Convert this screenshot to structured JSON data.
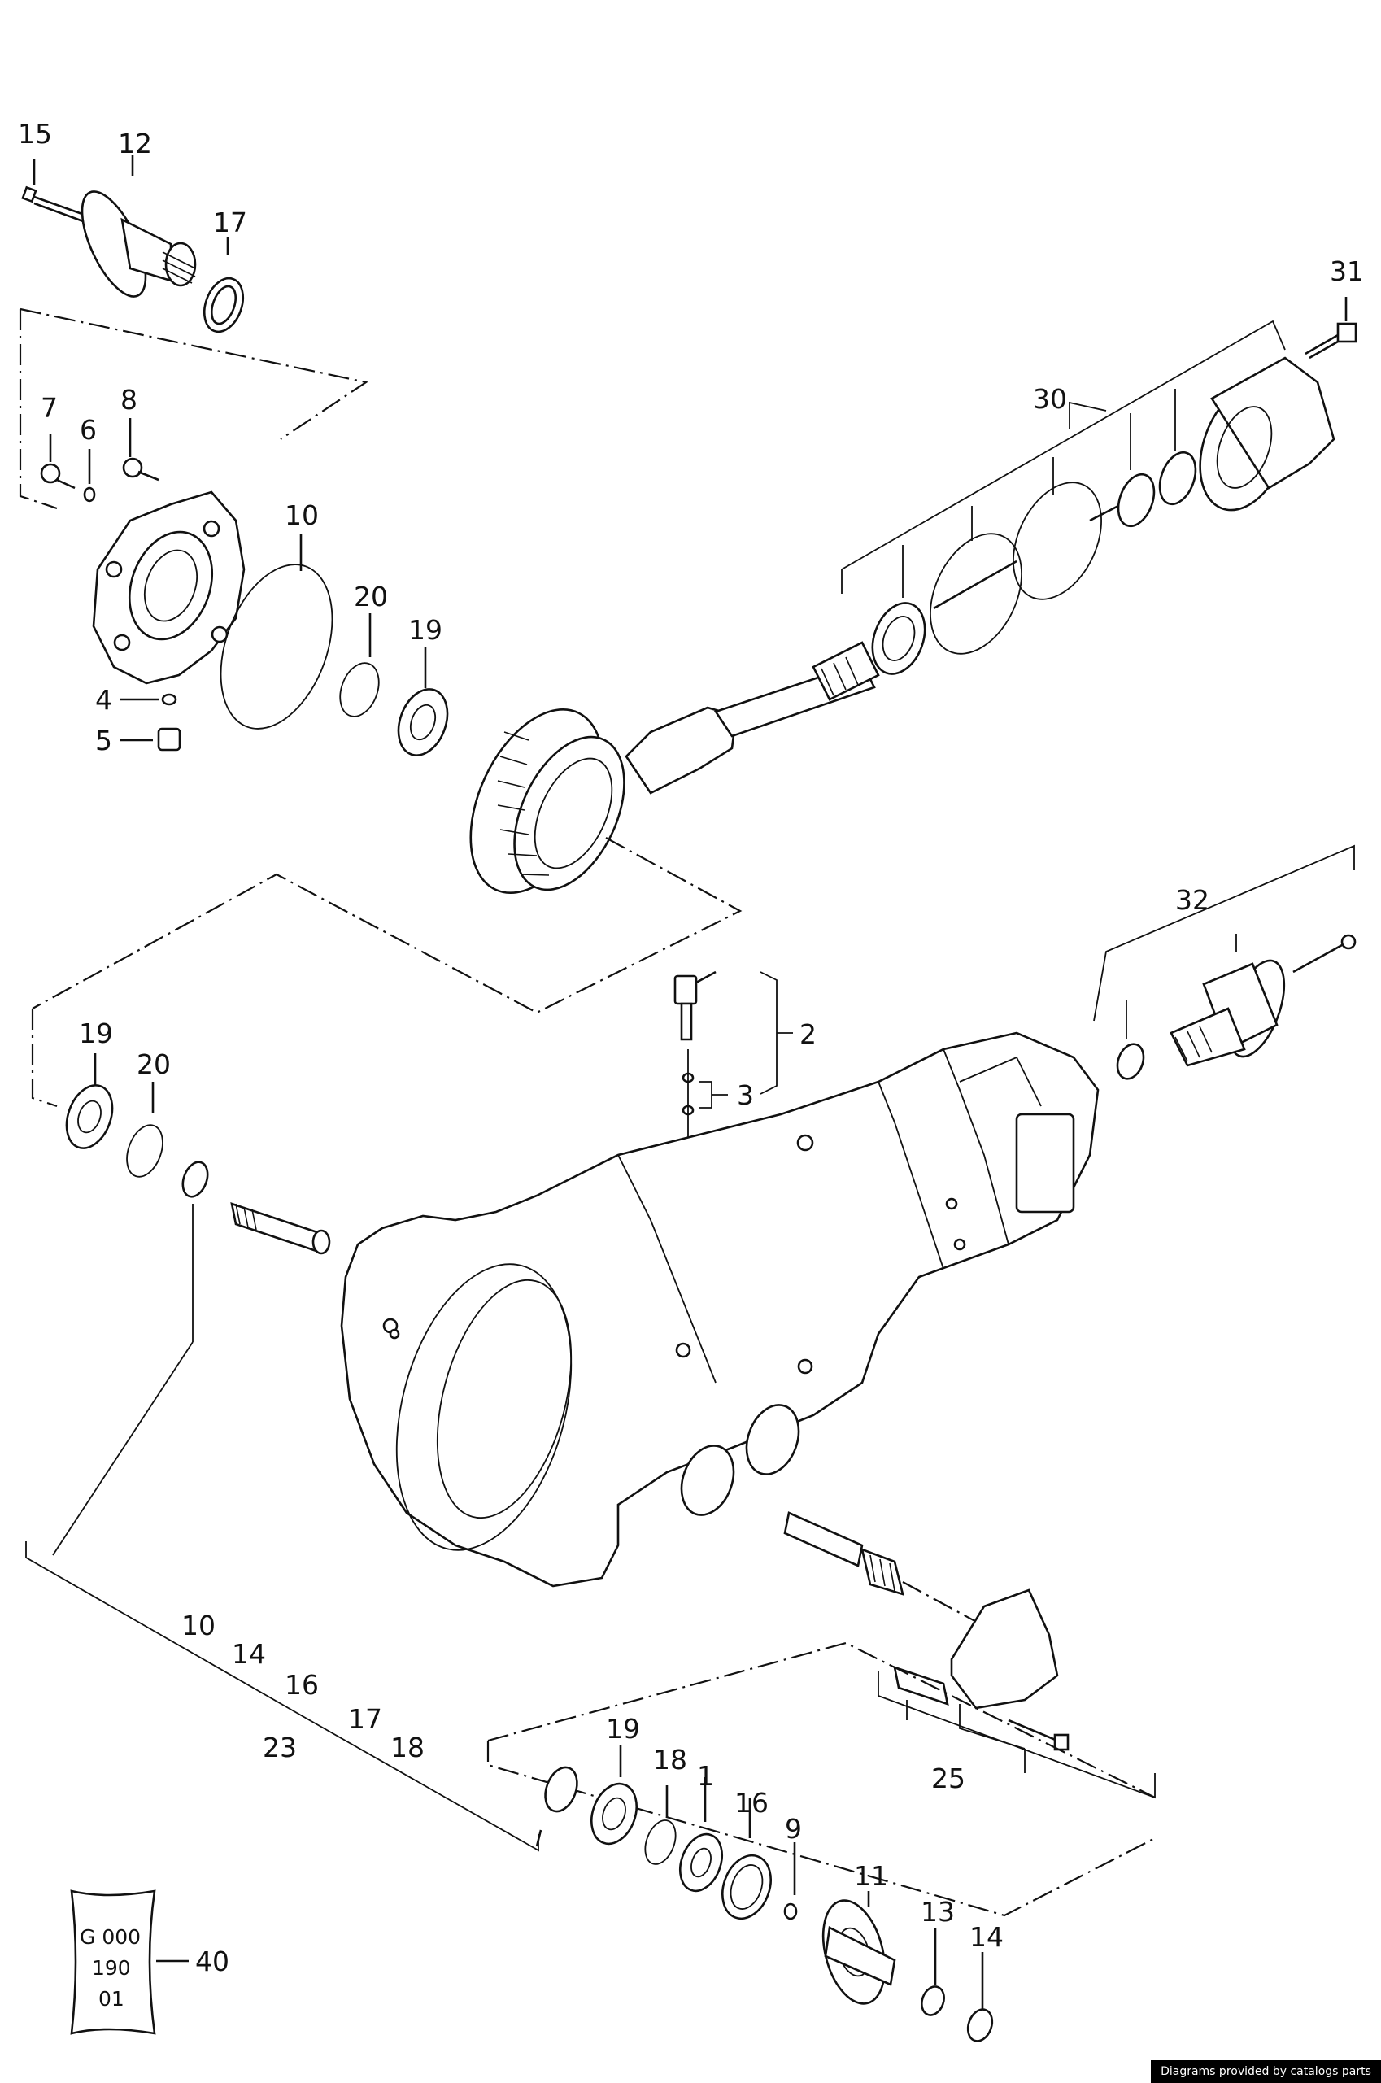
{
  "callouts": {
    "c15": "15",
    "c12": "12",
    "c17a": "17",
    "c31": "31",
    "c30": "30",
    "c7": "7",
    "c6": "6",
    "c8": "8",
    "c10a": "10",
    "c20a": "20",
    "c19a": "19",
    "c4": "4",
    "c5": "5",
    "c32": "32",
    "c2": "2",
    "c3": "3",
    "c19b": "19",
    "c20b": "20",
    "c10b": "10",
    "c14a": "14",
    "c16a": "16",
    "c17b": "17",
    "c18a": "18",
    "c23": "23",
    "c19c": "19",
    "c18b": "18",
    "c1": "1",
    "c16b": "16",
    "c9": "9",
    "c11": "11",
    "c13": "13",
    "c14b": "14",
    "c25": "25",
    "c40": "40"
  },
  "package_label": {
    "line1": "G 000",
    "line2": "190",
    "line3": "01"
  },
  "credit": "Diagrams provided by catalogs parts"
}
